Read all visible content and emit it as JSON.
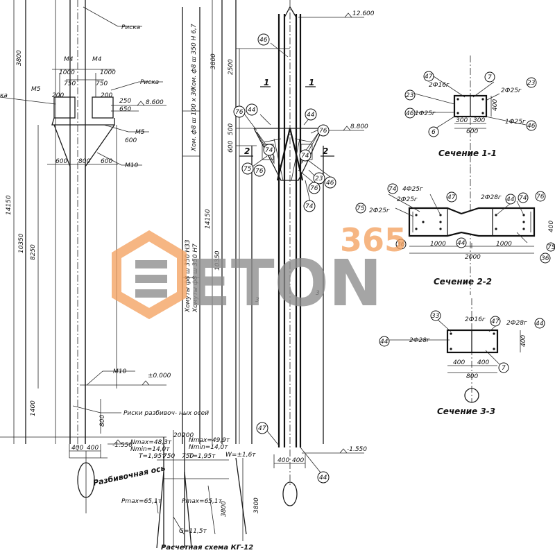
{
  "drawing": {
    "labels": {
      "riska_top": "Риска",
      "riska_mid": "Риска",
      "riska_left": "ка",
      "m4_left": "М4",
      "m4_right": "М4",
      "m5_left": "М5",
      "m5_right": "М5",
      "m10_top": "М10",
      "m10_bottom": "М10",
      "d1000a": "1000",
      "d1000b": "1000",
      "d750a": "750",
      "d750b": "750",
      "d200a": "200",
      "d200b": "200",
      "d250": "250",
      "d650": "650",
      "d600v": "600",
      "d600a": "600",
      "d800a": "800",
      "d600b": "600",
      "el_8600_left": "8.600",
      "el_12600": "12.600",
      "el_8800": "8.800",
      "el_0000": "±0.000",
      "el_m1550_left": "-1.550",
      "el_m1550_right": "-1.550",
      "v3800a": "3800",
      "v14150a": "14150",
      "v10350a": "10350",
      "v8250": "8250",
      "v1400": "1400",
      "v800": "800",
      "v3800b": "3800",
      "v2500": "2500",
      "v500": "500",
      "v600": "600",
      "v14150b": "14150",
      "v10350b": "10350",
      "clamp_top": "Хом. ф8 ш 350 Н 6,7",
      "clamp_mid": "Хом. ф8 ш 100 х 36",
      "clamp_low1": "Хомуты ф8 ш 350 Н33",
      "clamp_low2": "Хомуты ф8 ш 350 Н7",
      "sec_mark_1": "1",
      "sec_mark_1b": "1",
      "sec_mark_2": "2",
      "sec_mark_2b": "2",
      "sec_mark_3": "3",
      "sec_mark_3b": "3",
      "axis_marks": "Риски разбивоч- ных осей",
      "d400a": "400",
      "d400b": "400",
      "d400c": "400",
      "d400d": "400",
      "loads1": "Nmax=48,3т",
      "loads2": "Nmin=14,0т",
      "loads3": "Т=1,95т",
      "loads4": "Nmax=49,9т",
      "loads5": "Nmin=14,0т",
      "loads6": "Т=1,95т",
      "pmax_left": "Pmax=65,1т",
      "pmax_right": "Pmax=65,1т",
      "g_load": "G=11,5т",
      "w_load": "W=±1,6т",
      "d750c": "750",
      "d750d": "750",
      "d200c": "200",
      "d200d": "200",
      "v3800c": "3800",
      "v3800d": "3800",
      "axis_label": "Разбивочная ось",
      "calc_title": "Расчетная схема КГ-12",
      "sec1_title": "Сечение 1-1",
      "sec2_title": "Сечение 2-2",
      "sec3_title": "Сечение 3-3",
      "s1_a": "2Ф16г",
      "s1_b": "2Ф25г",
      "s1_c": "1Ф25г",
      "s1_d": "1Ф25г",
      "s1_300a": "300",
      "s1_300b": "300",
      "s1_600": "600",
      "s1_400": "400",
      "s2_a": "4Ф25г",
      "s2_b": "2Ф25г",
      "s2_c": "2Ф25г",
      "s2_d": "2Ф28г",
      "s2_1000a": "1000",
      "s2_1000b": "1000",
      "s2_2000": "2000",
      "s2_400": "400",
      "s3_a": "2Ф16г",
      "s3_b": "2Ф28г",
      "s3_c": "2Ф28г",
      "s3_400a": "400",
      "s3_400b": "400",
      "s3_800": "800",
      "s3_400v": "400"
    },
    "bubbles": {
      "b46a": "46",
      "b44a": "44",
      "b44b": "44",
      "b76a": "76",
      "b76b": "76",
      "b74a": "74",
      "b74b": "74",
      "b75a": "75",
      "b76c": "76",
      "b23a": "23",
      "b46b": "46",
      "b76d": "76",
      "b74c": "74",
      "b47a": "47",
      "b44c": "44",
      "s1_47": "47",
      "s1_7": "7",
      "s1_23a": "23",
      "s1_23b": "23",
      "s1_46a": "46",
      "s1_46b": "46",
      "s1_6": "6",
      "s2_74a": "74",
      "s2_47": "47",
      "s2_44a": "44",
      "s2_74b": "74",
      "s2_76": "76",
      "s2_75a": "75",
      "s2_36a": "36",
      "s2_44b": "44",
      "s2_75b": "75",
      "s2_36b": "36",
      "s3_33": "33",
      "s3_47": "47",
      "s3_44a": "44",
      "s3_44b": "44",
      "s3_7": "7"
    },
    "watermark": {
      "number": "365",
      "word": "ETON",
      "accent": "#f4a261",
      "gray": "#8c8c8c"
    },
    "colors": {
      "ink": "#111111",
      "paper": "#ffffff"
    }
  }
}
